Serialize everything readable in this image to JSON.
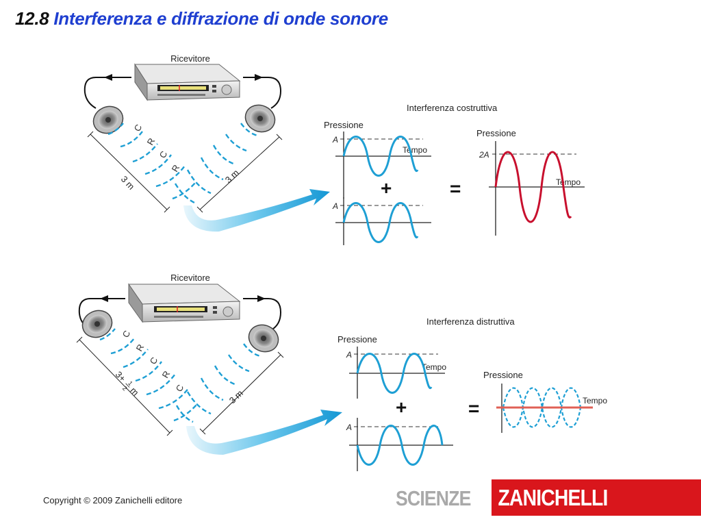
{
  "title": {
    "number": "12.8",
    "text": "Interferenza e diffrazione di onde sonore"
  },
  "top": {
    "receiver_label": "Ricevitore",
    "left_letters": [
      "C",
      "R",
      "C",
      "R"
    ],
    "right_letters": [],
    "left_distance": "3 m",
    "right_distance": "3 m",
    "caption": "Interferenza costruttiva",
    "pressure_label": "Pressione",
    "time_label": "Tempo",
    "amp_label": "A",
    "result_amp_label": "2A",
    "plus": "+",
    "equals": "="
  },
  "bottom": {
    "receiver_label": "Ricevitore",
    "left_letters": [
      "C",
      "R",
      "C",
      "R",
      "C"
    ],
    "left_distance_a": "3+",
    "left_distance_frac_num": "1",
    "left_distance_frac_den": "2",
    "left_distance_b": "m",
    "right_distance": "3 m",
    "caption": "Interferenza distruttiva",
    "pressure_label": "Pressione",
    "time_label": "Tempo",
    "amp_label": "A",
    "plus": "+",
    "equals": "="
  },
  "colors": {
    "title_blue": "#1f3fd0",
    "wave_blue": "#1e9fd4",
    "result_red": "#c8102e",
    "flat_line": "#e06055",
    "brand_red": "#d9161c",
    "brand_grey": "#a9a9a9"
  },
  "footer": {
    "copyright": "Copyright © 2009 Zanichelli editore",
    "brand_left": "SCIENZE",
    "brand_right": "ZANICHELLI"
  }
}
